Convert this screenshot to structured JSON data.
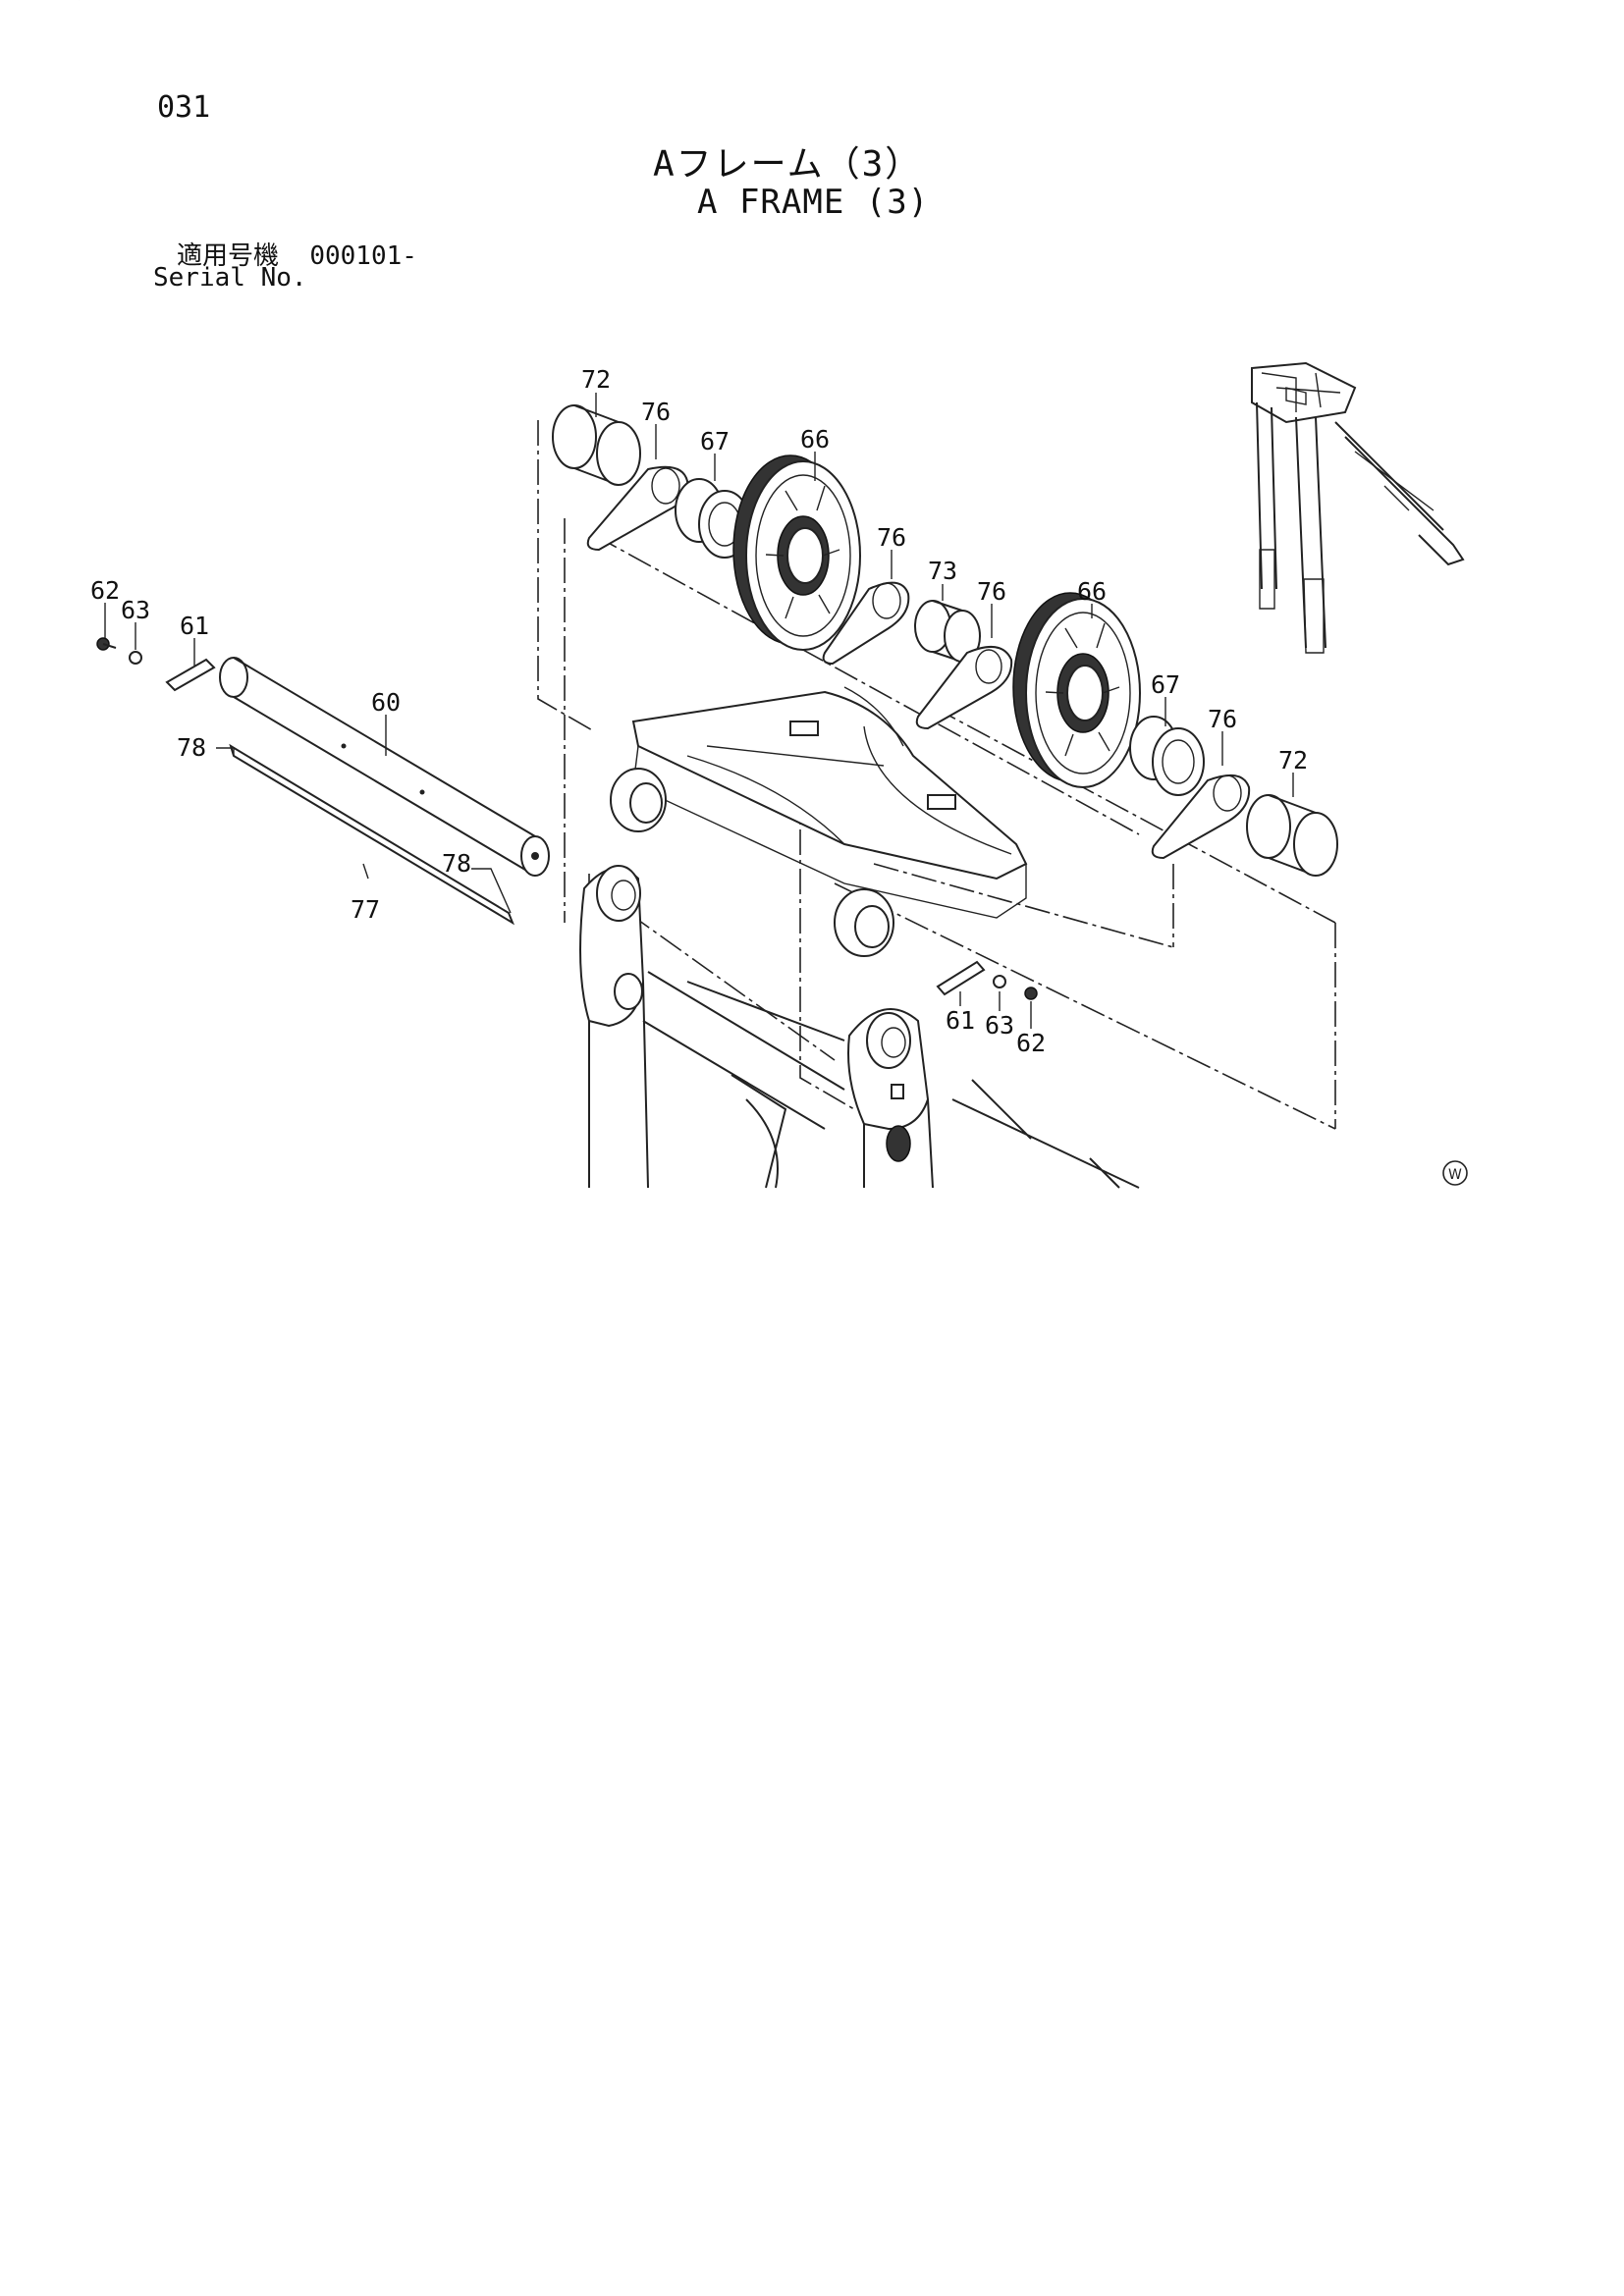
{
  "header": {
    "page_number": "031",
    "title_jp": "Aフレーム（3）",
    "title_en": "A FRAME (3)",
    "serial_label_jp": "適用号機",
    "serial_value": "000101-",
    "serial_label_en": "Serial No."
  },
  "callouts": {
    "c60": "60",
    "c61a": "61",
    "c61b": "61",
    "c62a": "62",
    "c62b": "62",
    "c63a": "63",
    "c63b": "63",
    "c66a": "66",
    "c66b": "66",
    "c67a": "67",
    "c67b": "67",
    "c72a": "72",
    "c72b": "72",
    "c73": "73",
    "c76a": "76",
    "c76b": "76",
    "c76c": "76",
    "c76d": "76",
    "c77": "77",
    "c78a": "78",
    "c78b": "78"
  },
  "watermark": "W"
}
